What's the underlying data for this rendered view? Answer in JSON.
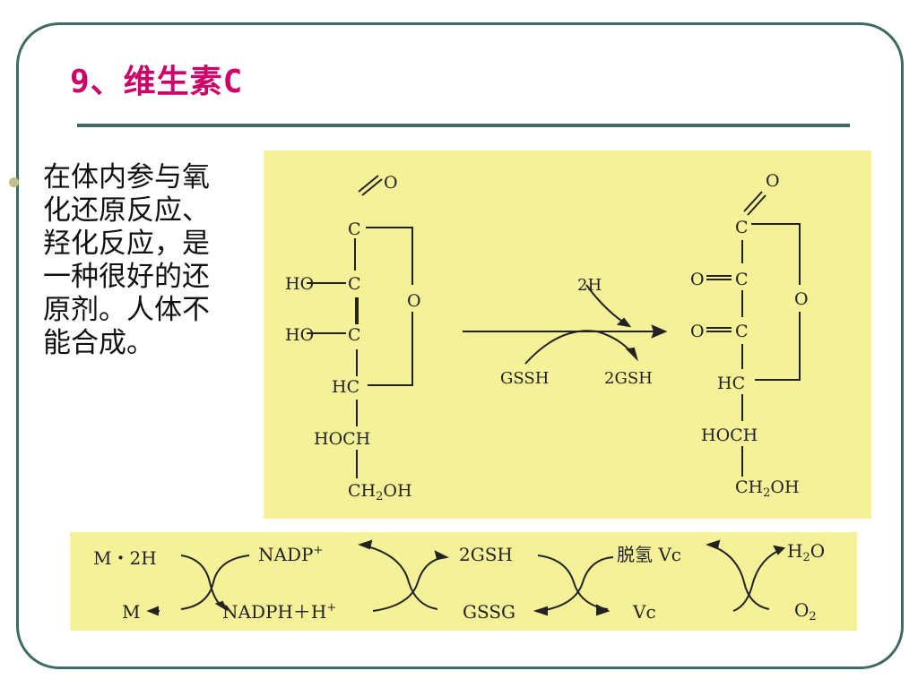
{
  "slide": {
    "title": "9、维生素C",
    "bullet": "在体内参与氧化还原反应、羟化反应，是一种很好的还原剂。人体不能合成。"
  },
  "colors": {
    "title": "#cc0066",
    "frame": "#3f6a63",
    "panel": "#f5f199",
    "bullet_dot": "#c2c08a"
  },
  "reaction": {
    "left": {
      "O_top": "O",
      "C1": "C",
      "HO_2": "HO",
      "C2": "C",
      "HO_3": "HO",
      "C3": "C",
      "ring_O": "O",
      "HC": "HC",
      "HOCH": "HOCH",
      "CH2OH_a": "CH",
      "CH2OH_sub": "2",
      "CH2OH_b": "OH"
    },
    "arrow_top": "2H",
    "gssh": "GSSH",
    "two_gsh": "2GSH",
    "right": {
      "O_top": "O",
      "C1": "C",
      "O_2": "O",
      "C2": "C",
      "O_3": "O",
      "C3": "C",
      "ring_O": "O",
      "HC": "HC",
      "HOCH": "HOCH",
      "CH2OH_a": "CH",
      "CH2OH_sub": "2",
      "CH2OH_b": "OH"
    }
  },
  "cycle": {
    "m2h": "M・2H",
    "m": "M",
    "nadp_a": "NADP",
    "nadp_sup": "+",
    "nadph_a": "NADPH＋H",
    "nadph_sup": "+",
    "gsh2": "2GSH",
    "gssg": "GSSG",
    "dhvc": "脱氢 Vc",
    "vc": "Vc",
    "h2o_a": "H",
    "h2o_sub": "2",
    "h2o_b": "O",
    "o2_a": "O",
    "o2_sub": "2"
  }
}
